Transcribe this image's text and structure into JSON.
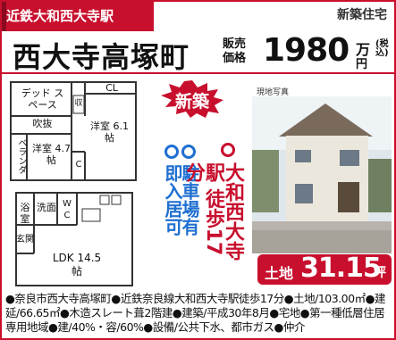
{
  "header": {
    "station": "近鉄大和西大寺駅",
    "type": "新築住宅"
  },
  "listing": {
    "title": "西大寺高塚町",
    "price_label": "販売価格",
    "price": "1980",
    "price_unit_top": "万",
    "price_tax": "(税込)",
    "price_unit_bottom": "円"
  },
  "floorplan_upper": {
    "rooms": [
      "デッド スペース",
      "CL",
      "吹抜",
      "収",
      "洋室 6.1帖",
      "洋室 4.7帖",
      "ベランダ",
      "C"
    ]
  },
  "floorplan_lower": {
    "rooms": [
      "浴室",
      "洗面",
      "W C",
      "玄関",
      "LDK 14.5帖"
    ]
  },
  "badge": {
    "text": "新築"
  },
  "features": {
    "parking": "駐車場有",
    "immediate": "即入居可",
    "station_walk": "大和西大寺駅 徒歩17分"
  },
  "photo": {
    "caption": "現地写真"
  },
  "land": {
    "label": "土地",
    "value": "31.15",
    "unit": "坪"
  },
  "details": "●奈良市西大寺高塚町●近鉄奈良線大和西大寺駅徒歩17分●土地/103.00㎡●建延/66.65㎡●木造スレート葺2階建●建築/平成30年8月●宅地●第一種低層住居専用地域●建/40%・容/60%●設備/公共下水、都市ガス●仲介",
  "colors": {
    "accent_red": "#c8102e",
    "accent_blue": "#1f6fd1"
  }
}
